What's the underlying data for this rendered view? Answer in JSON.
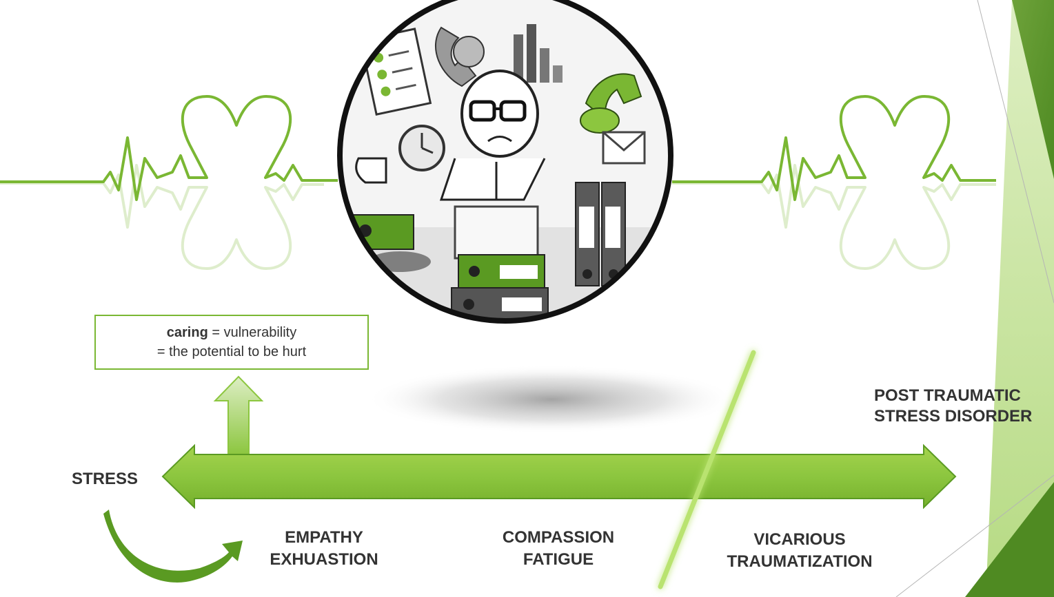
{
  "colors": {
    "accent_green": "#8dc63f",
    "dark_green": "#4f8a1e",
    "corner_green": "#6ba539",
    "text": "#333333"
  },
  "icons": {
    "heartbeat_left": "heartbeat-heart-icon",
    "heartbeat_right": "heartbeat-heart-icon",
    "illustration": "stressed-office-worker-illustration"
  },
  "caring": {
    "bold_word": "caring",
    "line1_rest": " = vulnerability",
    "line2": "= the potential to be hurt"
  },
  "labels": {
    "stress": "STRESS",
    "ptsd_line1": "POST TRAUMATIC",
    "ptsd_line2": "STRESS DISORDER",
    "empathy_line1": "EMPATHY",
    "empathy_line2": "EXHUASTION",
    "compassion_line1": "COMPASSION",
    "compassion_line2": "FATIGUE",
    "vicarious_line1": "VICARIOUS",
    "vicarious_line2": "TRAUMATIZATION"
  }
}
